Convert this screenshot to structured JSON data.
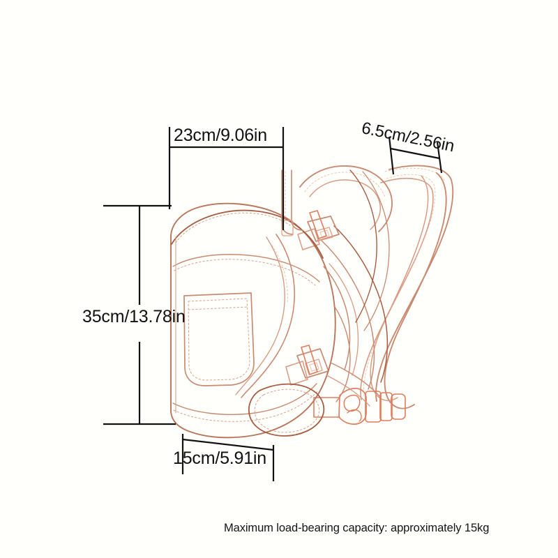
{
  "diagram": {
    "subject": "baby-carrier-line-drawing",
    "background_color": "#fffffc",
    "line_color_primary": "#c98a72",
    "line_color_secondary": "#e0a894",
    "line_color_dark": "#8a4a33",
    "dimension_line_color": "#111111"
  },
  "dimensions": {
    "width_top": {
      "label": "23cm/9.06in",
      "cm": 23,
      "inch": 9.06,
      "measures": "head-support-panel-width"
    },
    "height": {
      "label": "35cm/13.78in",
      "cm": 35,
      "inch": 13.78,
      "measures": "carrier-body-height"
    },
    "width_bottom": {
      "label": "15cm/5.91in",
      "cm": 15,
      "inch": 5.91,
      "measures": "seat-base-width"
    },
    "strap_width": {
      "label": "6.5cm/2.56in",
      "cm": 6.5,
      "inch": 2.56,
      "measures": "shoulder-strap-width"
    }
  },
  "notes": {
    "capacity": "Maximum load-bearing capacity: approximately 15kg"
  }
}
